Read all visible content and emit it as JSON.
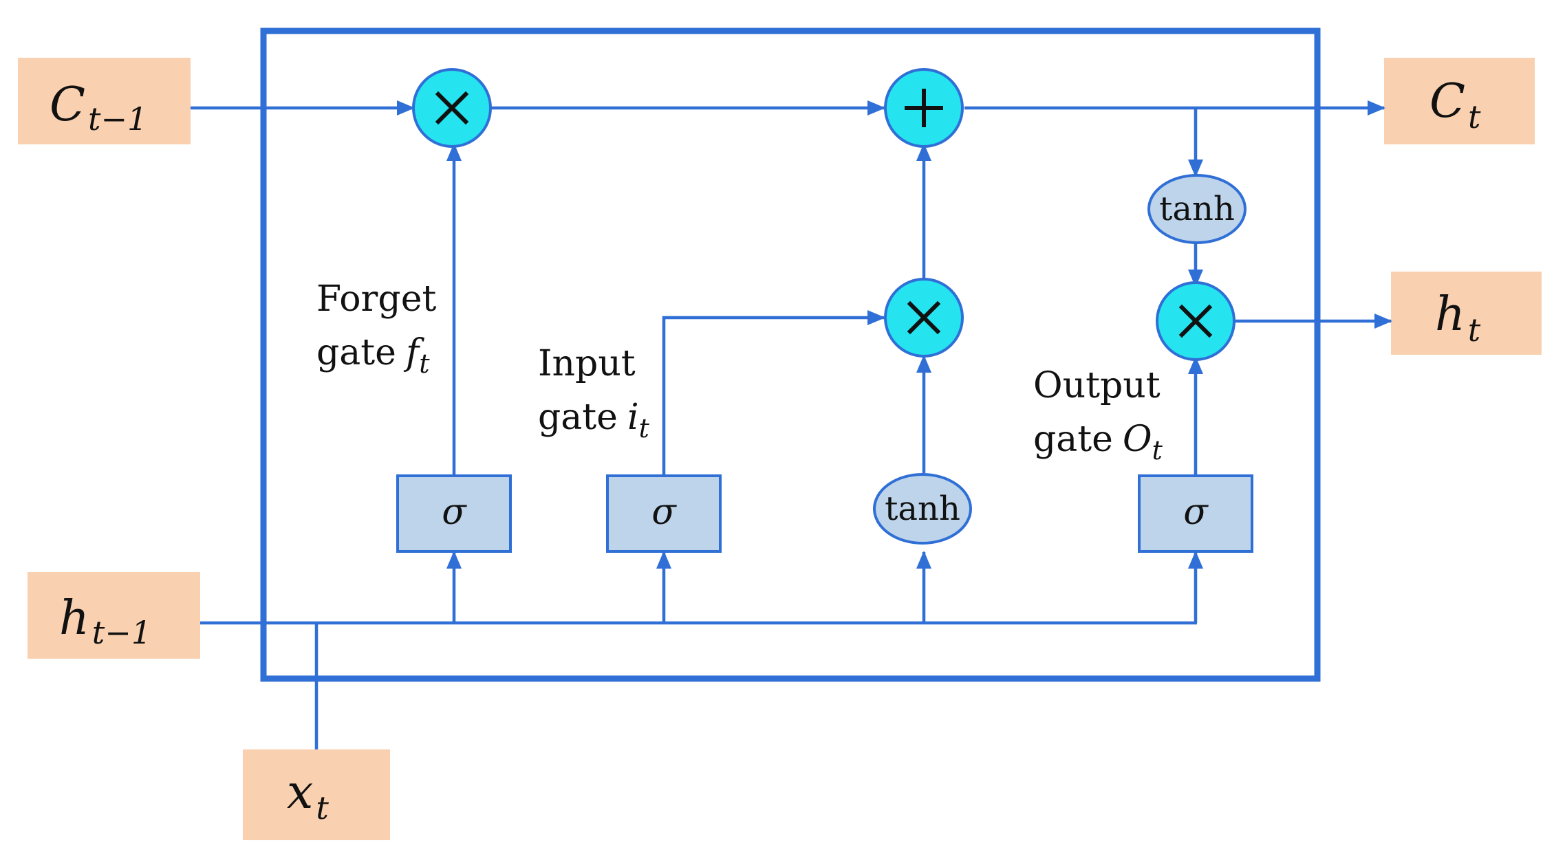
{
  "inputs": {
    "c_prev": {
      "base": "C",
      "sub": "t−1"
    },
    "h_prev": {
      "base": "h",
      "sub": "t−1"
    },
    "x_t": {
      "base": "x",
      "sub": "t"
    }
  },
  "outputs": {
    "c_t": {
      "base": "C",
      "sub": "t"
    },
    "h_t": {
      "base": "h",
      "sub": "t"
    }
  },
  "gates": {
    "forget": {
      "line1": "Forget",
      "line2": "gate",
      "symbol": "f",
      "sub": "t",
      "activation": "σ"
    },
    "input": {
      "line1": "Input",
      "line2": "gate",
      "symbol": "i",
      "sub": "t",
      "activation": "σ"
    },
    "output": {
      "line1": "Output",
      "line2": "gate",
      "symbol": "O",
      "sub": "t",
      "activation": "σ"
    }
  },
  "activations": {
    "candidate": "tanh",
    "cell_output": "tanh"
  },
  "colors": {
    "wire": "#2f6fd6",
    "io_box": "#f9d1b0",
    "operator": "#25e3ef",
    "gate_box": "#bdd4ea"
  }
}
